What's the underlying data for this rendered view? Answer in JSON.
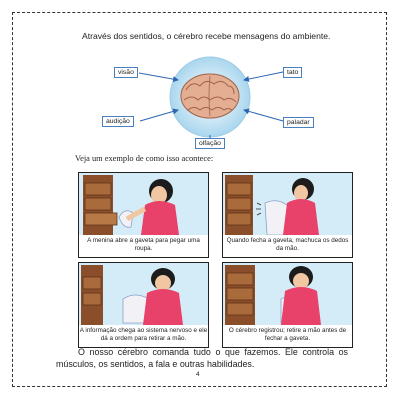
{
  "intro_text": "Através dos sentidos, o cérebro recebe mensagens do ambiente.",
  "senses": {
    "visao": "visão",
    "tato": "tato",
    "audicao": "audição",
    "paladar": "paladar",
    "olfacao": "olfação"
  },
  "example_heading": "Veja um exemplo de como isso acontece:",
  "panels": [
    {
      "caption": "A menina abre a gaveta para pegar uma roupa."
    },
    {
      "caption": "Quando fecha a gaveta, machuca os dedos da mão."
    },
    {
      "caption": "A informação chega ao sistema nervoso e ele dá a ordem para retirar a mão."
    },
    {
      "caption": "O cérebro registrou; retire a mão antes de fechar a gaveta."
    }
  ],
  "closing_text": "O nosso cérebro comanda tudo o que fazemos. Ele controla os músculos, os sentidos, a fala e outras habilidades.",
  "page_number": "4",
  "colors": {
    "arrow": "#2f66b3",
    "circle": "#bfe0f2",
    "brain": "#e8b59a",
    "furniture": "#8a4f2a",
    "shirt": "#e8426a",
    "hair": "#1c1c1c"
  }
}
